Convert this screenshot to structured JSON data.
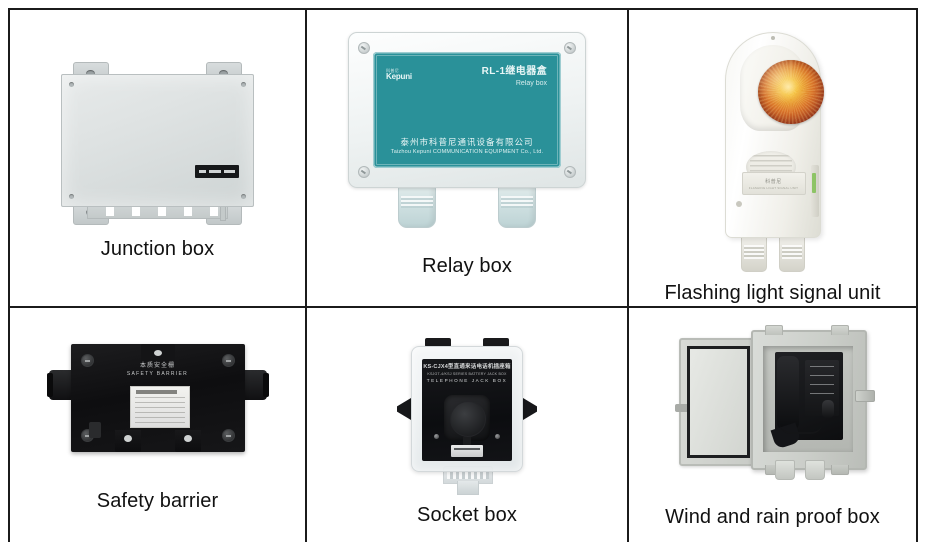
{
  "table": {
    "rows": [
      {
        "cells": [
          {
            "caption": "Junction box",
            "product_id": "junction-box"
          },
          {
            "caption": "Relay box",
            "product_id": "relay-box",
            "markings": {
              "brand_cn": "科普尼",
              "brand_en": "Kepuni",
              "model_cn": "RL-1继电器盒",
              "model_en": "Relay box",
              "company_cn": "泰州市科普尼通讯设备有限公司",
              "company_en": "Taizhou Kepuni COMMUNICATION EQUIPMENT Co., Ltd."
            },
            "colors": {
              "face": "#2a9199",
              "shell": "#f0f3f3"
            }
          },
          {
            "caption": "Flashing light signal unit",
            "product_id": "flashing-light-signal-unit",
            "markings": {
              "plate_line1": "科普尼",
              "plate_line2": "FLASHING LIGHT SIGNAL UNIT"
            },
            "colors": {
              "lamp": "#d9732a",
              "lamp_center": "#f5c23c",
              "body": "#f5f4ef"
            }
          }
        ]
      },
      {
        "cells": [
          {
            "caption": "Safety barrier",
            "product_id": "safety-barrier",
            "markings": {
              "title_cn": "本质安全栅",
              "title_en": "SAFETY BARRIER"
            },
            "colors": {
              "body": "#131315"
            }
          },
          {
            "caption": "Socket box",
            "product_id": "socket-box",
            "markings": {
              "model_cn": "KS-CJX4型直通来话电话机插座箱",
              "model_sub": "KSJGT-4/KSJ SERIES BATTERY JACK BOX",
              "model_en": "TELEPHONE    JACK BOX"
            },
            "colors": {
              "panel": "#101114",
              "shell": "#e7ebec"
            }
          },
          {
            "caption": "Wind and rain proof box",
            "product_id": "wind-and-rain-proof-box",
            "colors": {
              "case": "#cbcec9",
              "phone": "#141517"
            }
          }
        ]
      }
    ]
  }
}
